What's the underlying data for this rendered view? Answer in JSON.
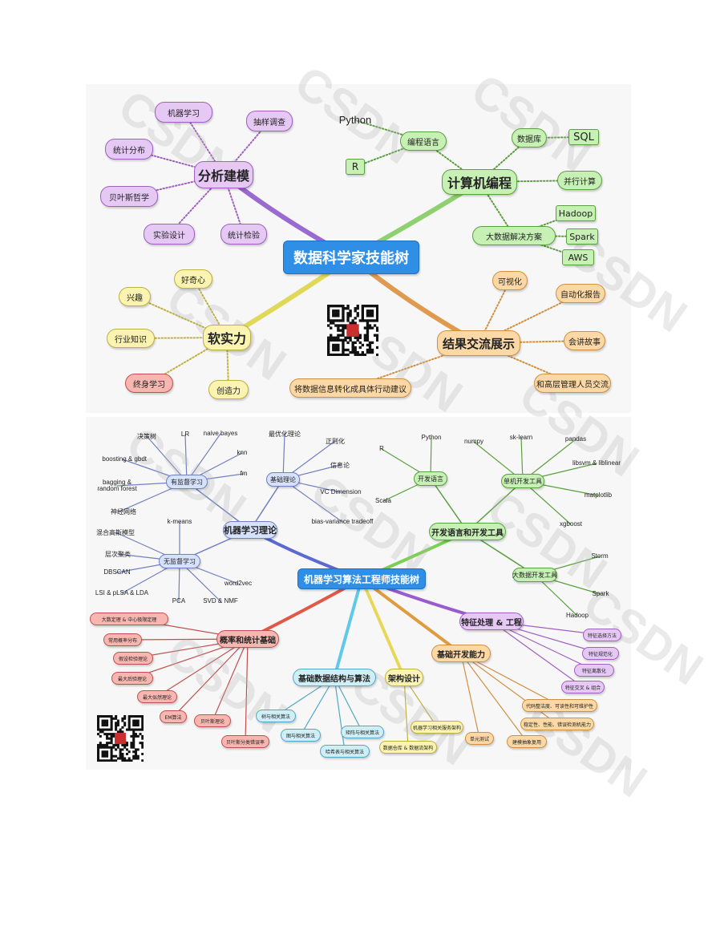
{
  "watermark": "CSDN",
  "top": {
    "root": "数据科学家技能树",
    "analysis": {
      "label": "分析建模",
      "children": [
        "机器学习",
        "抽样调查",
        "统计分布",
        "贝叶斯哲学",
        "实验设计",
        "统计检验"
      ]
    },
    "programming": {
      "label": "计算机编程",
      "lang": "编程语言",
      "lang_children": [
        "Python",
        "R"
      ],
      "db": "数据库",
      "db_child": "SQL",
      "parallel": "并行计算",
      "bigdata": "大数据解决方案",
      "bigdata_children": [
        "Hadoop",
        "Spark",
        "AWS"
      ]
    },
    "soft": {
      "label": "软实力",
      "children": [
        "好奇心",
        "兴趣",
        "行业知识",
        "终身学习",
        "创造力"
      ]
    },
    "results": {
      "label": "结果交流展示",
      "children": [
        "可视化",
        "自动化报告",
        "会讲故事",
        "和高层管理人员交流",
        "将数据信息转化成具体行动建议"
      ]
    }
  },
  "bottom": {
    "root": "机器学习算法工程师技能树",
    "ml_theory": {
      "label": "机器学习理论",
      "supervised": "有监督学习",
      "supervised_children": [
        "决策树",
        "LR",
        "naive bayes",
        "knn",
        "boosting & gbdt",
        "fm",
        "bagging &\nrandom forest",
        "神经网络"
      ],
      "basic": "基础理论",
      "basic_children": [
        "最优化理论",
        "正则化",
        "信息论",
        "VC Dimension",
        "bias-variance tradeoff"
      ],
      "unsupervised": "无监督学习",
      "unsupervised_children": [
        "k-means",
        "混合高斯模型",
        "层次聚类",
        "DBSCAN",
        "LSI & pLSA & LDA",
        "PCA",
        "SVD & NMF",
        "word2vec"
      ]
    },
    "dev": {
      "label": "开发语言和开发工具",
      "lang": "开发语言",
      "lang_children": [
        "R",
        "Python",
        "Scala"
      ],
      "single": "单机开发工具",
      "single_children": [
        "numpy",
        "sk-learn",
        "pandas",
        "libsvm & liblinear",
        "matplotlib",
        "xgboost"
      ],
      "bigdata": "大数据开发工具",
      "bigdata_children": [
        "Storm",
        "Spark",
        "Hadoop"
      ]
    },
    "stats": {
      "label": "概率和统计基础",
      "children": [
        "大数定理 & 中心极限定理",
        "常用概率分布",
        "假设检验理论",
        "最大后验理论",
        "最大似然理论",
        "EM算法",
        "贝叶斯理论",
        "贝叶斯分类错误率"
      ]
    },
    "feature": {
      "label": "特征处理 & 工程",
      "children": [
        "特征选择方法",
        "特征规范化",
        "特征离散化",
        "特征交叉 & 组合"
      ]
    },
    "basic_dev": {
      "label": "基础开发能力",
      "children": [
        "代码整洁度、可读性和可维护性",
        "稳定性、性能、错误检测机能力",
        "建模抽象复用",
        "单元测试"
      ]
    },
    "ds": {
      "label": "基础数据结构与算法",
      "children": [
        "树与相关算法",
        "图与相关算法",
        "哈希表与相关算法",
        "矩阵与相关算法"
      ]
    },
    "arch": {
      "label": "架构设计",
      "children": [
        "机器学习相关服务架构",
        "数据仓库 & 数据流架构"
      ]
    }
  },
  "colors": {
    "root_top": "#2f8fe6",
    "root_bottom": "#2f8fe6",
    "purple": "#e6c8f5",
    "purple_border": "#a060c0",
    "green": "#c7f0b5",
    "green_border": "#5aa040",
    "yellow": "#faf3b2",
    "yellow_border": "#c0b040",
    "orange": "#fbd8a6",
    "orange_border": "#d09040",
    "red": "#f7b6b0",
    "red_border": "#c05050",
    "blue": "#d6e2fb",
    "blue_border": "#7080c0",
    "cyan": "#cfeef6",
    "cyan_border": "#50a8c8"
  }
}
